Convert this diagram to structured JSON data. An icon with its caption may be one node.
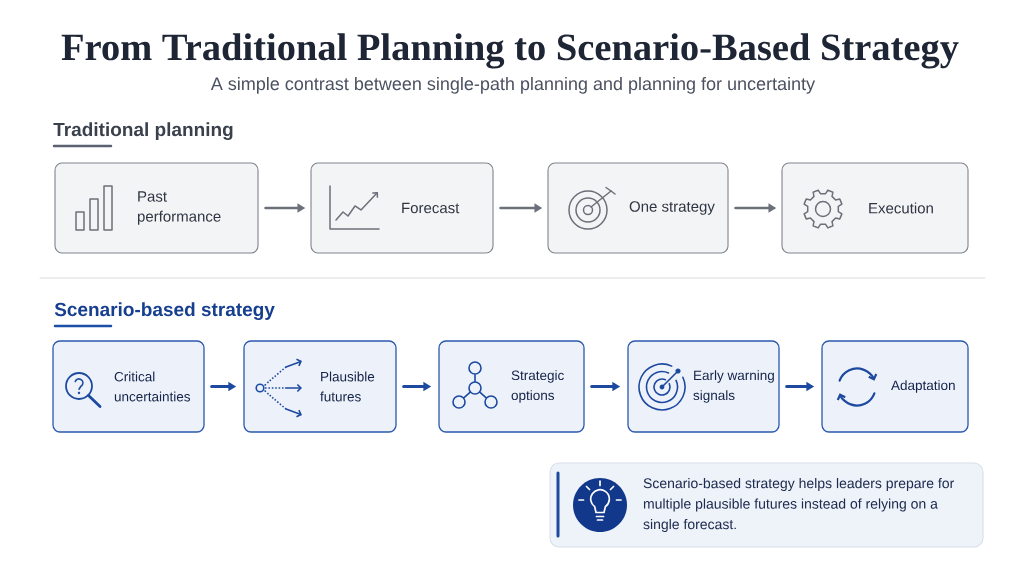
{
  "diagram": {
    "title": "From Traditional Planning to Scenario-Based Strategy",
    "nodes": [
      {
        "text": [
          "Past performance"
        ]
      },
      {
        "text": [
          "Forecast"
        ]
      },
      {
        "text": [
          "One strategy"
        ]
      },
      {
        "text": [
          "Execution"
        ]
      },
      {
        "text": [
          "Critical uncertainties"
        ]
      },
      {
        "text": [
          "Plausible futures"
        ]
      },
      {
        "text": [
          "Strategic options"
        ]
      },
      {
        "text": [
          "Early warning signals"
        ]
      },
      {
        "text": [
          "Adaptation"
        ]
      },
      {
        "text": [
          "Scenario-based strategy helps leaders prepare for multiple plausible futures instead of relying on a single forecast."
        ]
      }
    ],
    "edges": [
      {
        "from": 0,
        "to": 1,
        "arrow": "to",
        "color": "#6b7079"
      },
      {
        "from": 1,
        "to": 2,
        "arrow": "to",
        "color": "#6b7079"
      },
      {
        "from": 2,
        "to": 3,
        "arrow": "to",
        "color": "#6b7079"
      },
      {
        "from": 4,
        "to": 5,
        "arrow": "to"
      },
      {
        "from": 5,
        "to": 6,
        "arrow": "to"
      },
      {
        "from": 6,
        "to": 7,
        "arrow": "to"
      },
      {
        "from": 7,
        "to": 8,
        "arrow": "to"
      }
    ],
    "labels": [
      "A simple contrast between single-path planning and planning for uncertainty",
      "Traditional planning",
      "Scenario-based strategy"
    ]
  }
}
